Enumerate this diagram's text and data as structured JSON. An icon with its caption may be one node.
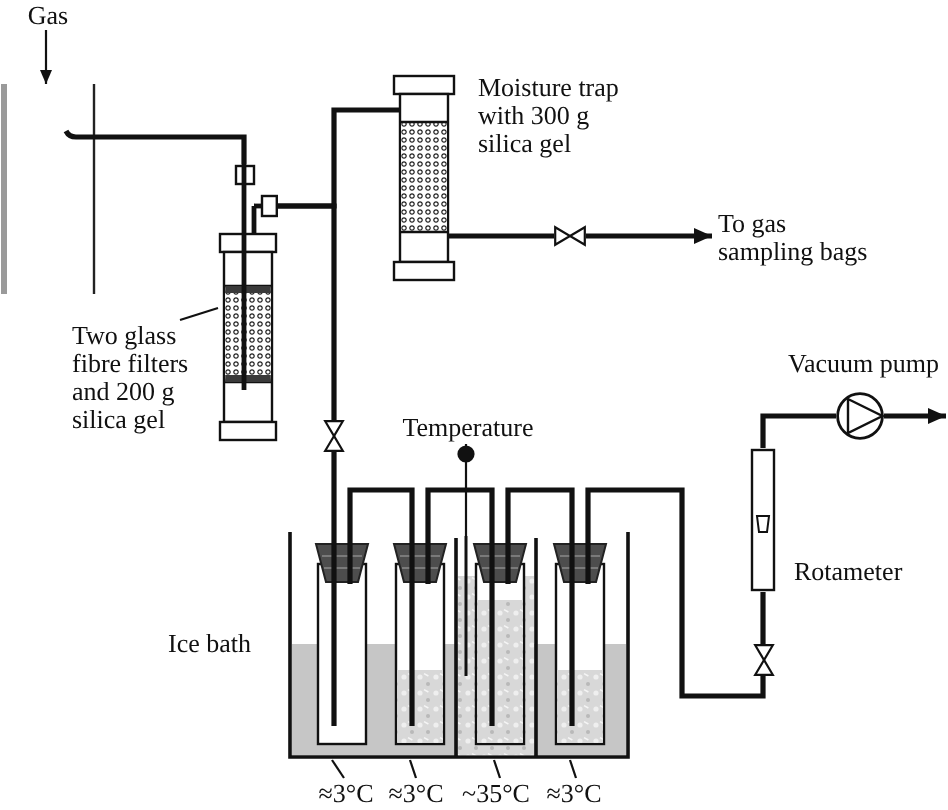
{
  "diagram": {
    "nodes": [
      {
        "text": [
          "Gas"
        ]
      },
      {
        "text": [],
        "shape": "duct"
      },
      {
        "text": [],
        "shape": "column",
        "beside": [
          "Moisture trap with 300 g silica gel"
        ]
      },
      {
        "text": [],
        "shape": "column"
      },
      {
        "text": [
          "To gas sampling bags"
        ]
      },
      {
        "text": [],
        "shape": "valve"
      },
      {
        "text": [
          "Two glass fibre filters and 200 g silica gel"
        ]
      },
      {
        "text": [],
        "shape": "circle",
        "beside": [
          "Vacuum pump"
        ]
      },
      {
        "text": [
          "Temperature"
        ]
      },
      {
        "text": [],
        "shape": "valve"
      },
      {
        "text": [],
        "shape": "tube",
        "beside": [
          "Rotameter"
        ]
      },
      {
        "text": [],
        "shape": "tank",
        "beside": [
          "Ice bath"
        ]
      },
      {
        "text": [],
        "shape": "bottle",
        "in": 11
      },
      {
        "text": [],
        "shape": "bottle",
        "in": 11
      },
      {
        "text": [],
        "shape": "tank",
        "in": 11
      },
      {
        "text": [],
        "shape": "bottle",
        "in": 14
      },
      {
        "text": [],
        "shape": "bottle",
        "in": 11
      },
      {
        "text": [],
        "shape": "valve"
      },
      {
        "text": [
          "≈3°C"
        ]
      },
      {
        "text": [
          "≈3°C"
        ]
      },
      {
        "text": [
          "~35°C"
        ]
      },
      {
        "text": [
          "≈3°C"
        ]
      }
    ],
    "edges": [
      {
        "from": 0,
        "to": 1,
        "arrow": "to"
      },
      {
        "from": 1,
        "to": 3,
        "arrow": "none"
      },
      {
        "from": 3,
        "to": 2,
        "arrow": "none"
      },
      {
        "from": 3,
        "to": 9,
        "arrow": "none"
      },
      {
        "from": 9,
        "to": 12,
        "arrow": "none"
      },
      {
        "from": 2,
        "to": 5,
        "arrow": "none"
      },
      {
        "from": 5,
        "to": 4,
        "arrow": "to"
      },
      {
        "from": 12,
        "to": 13,
        "arrow": "none"
      },
      {
        "from": 13,
        "to": 15,
        "arrow": "none"
      },
      {
        "from": 15,
        "to": 16,
        "arrow": "none"
      },
      {
        "from": 16,
        "to": 17,
        "arrow": "none"
      },
      {
        "from": 17,
        "to": 10,
        "arrow": "none"
      },
      {
        "from": 10,
        "to": 7,
        "arrow": "none"
      },
      {
        "from": 7,
        "to": null,
        "arrow": "to"
      },
      {
        "from": 8,
        "to": 14,
        "arrow": "other"
      },
      {
        "from": 6,
        "to": 3,
        "arrow": "none"
      },
      {
        "from": 18,
        "to": 12,
        "arrow": "none"
      },
      {
        "from": 19,
        "to": 13,
        "arrow": "none"
      },
      {
        "from": 20,
        "to": 15,
        "arrow": "none"
      },
      {
        "from": 21,
        "to": 16,
        "arrow": "none"
      }
    ]
  }
}
